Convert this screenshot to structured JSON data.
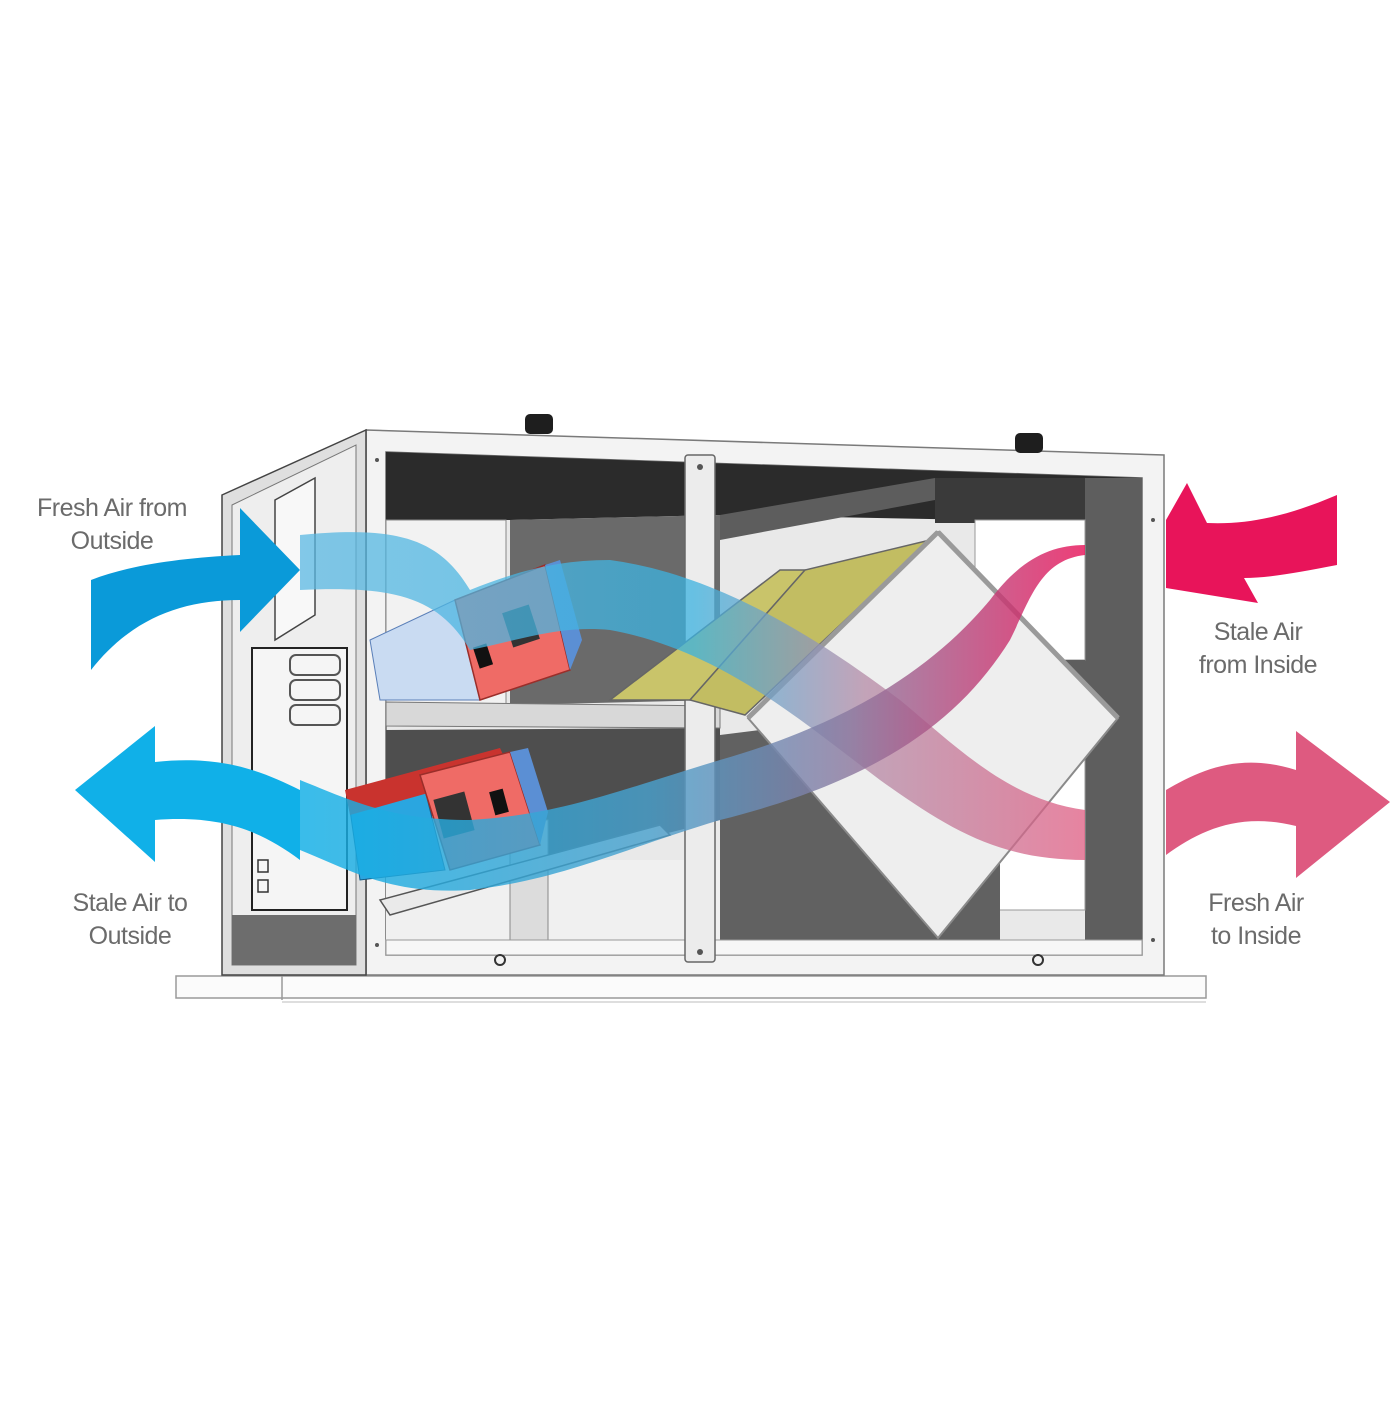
{
  "diagram": {
    "subject": "Heat recovery ventilator airflow",
    "colors": {
      "background": "#ffffff",
      "fresh_in_blue": "#0a9ad9",
      "stale_out_blue": "#10b0e8",
      "stale_in_red": "#e8145a",
      "fresh_out_pink": "#de5a80",
      "cabinet_frame": "#f2f2f2",
      "cabinet_dark": "#5e5e5e",
      "cabinet_darkest": "#2b2b2b",
      "fan_housing": "#ef6b66",
      "filter": "#c9c46a",
      "core": "#eeeeee",
      "label_text": "#6b6b6b"
    },
    "labels": {
      "fresh_air_from_outside": {
        "line1": "Fresh Air from",
        "line2": "Outside"
      },
      "stale_air_to_outside": {
        "line1": "Stale Air to",
        "line2": "Outside"
      },
      "stale_air_from_inside": {
        "line1": "Stale Air",
        "line2": "from Inside"
      },
      "fresh_air_to_inside": {
        "line1": "Fresh Air",
        "line2": "to Inside"
      }
    },
    "arrows": [
      {
        "id": "fresh-in",
        "direction": "right",
        "color": "#0a9ad9"
      },
      {
        "id": "stale-out",
        "direction": "left",
        "color": "#10b0e8"
      },
      {
        "id": "stale-in",
        "direction": "left",
        "color": "#e8145a"
      },
      {
        "id": "fresh-out",
        "direction": "right",
        "color": "#de5a80"
      }
    ],
    "components": [
      "cabinet",
      "control-module",
      "supply-fan",
      "exhaust-fan",
      "filters",
      "heat-exchange-core",
      "base-rail"
    ]
  }
}
